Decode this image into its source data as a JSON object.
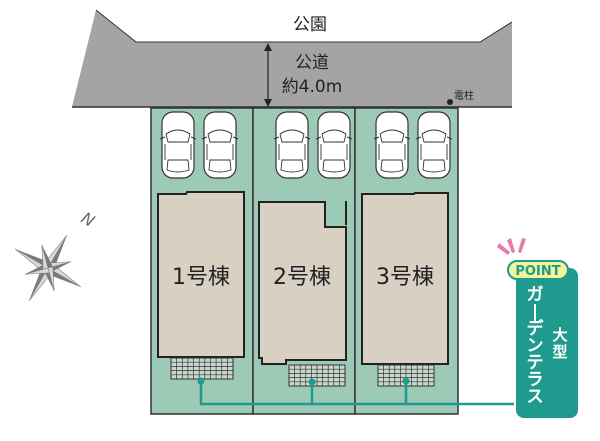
{
  "park": {
    "label": "公園"
  },
  "road": {
    "name": "公道",
    "width": "約4.0m"
  },
  "utility_pole": {
    "label": "電柱"
  },
  "compass": {
    "north_label": "N"
  },
  "houses": [
    {
      "label": "1号棟",
      "parking_spaces": 2
    },
    {
      "label": "2号棟",
      "parking_spaces": 2
    },
    {
      "label": "3号棟",
      "parking_spaces": 2
    }
  ],
  "callout": {
    "badge": "POINT",
    "title_vertical": "ガーデンテラス",
    "subtitle_vertical": "大型"
  },
  "colors": {
    "road": "#a4a4a4",
    "lot": "#9ccab7",
    "house": "#d8d0c3",
    "accent": "#1f9a8e",
    "badge": "#f3f29a",
    "spark": "#e87aa8"
  }
}
